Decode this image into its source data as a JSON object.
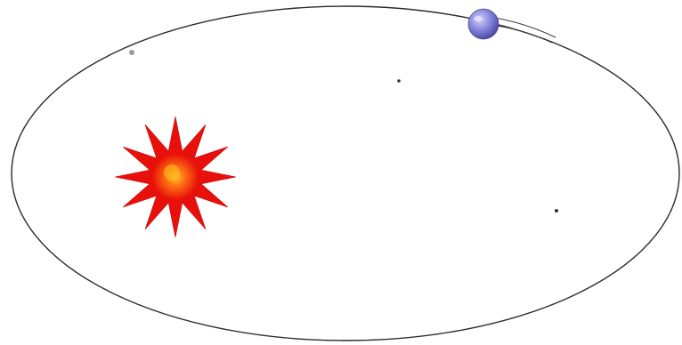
{
  "diagram": {
    "orbit_color": "#2b2b2b",
    "star": {
      "icon": "sun-icon",
      "outer_color": "#e8100a",
      "inner_color": "#ffb21a"
    },
    "planet": {
      "icon": "planet-icon",
      "color": "#6f6fd0",
      "highlight_color": "#c9c9f4",
      "trail_color": "#3a3a3a"
    },
    "markers": [
      {
        "name": "dot-upper-left"
      },
      {
        "name": "dot-center"
      },
      {
        "name": "dot-right"
      }
    ]
  }
}
